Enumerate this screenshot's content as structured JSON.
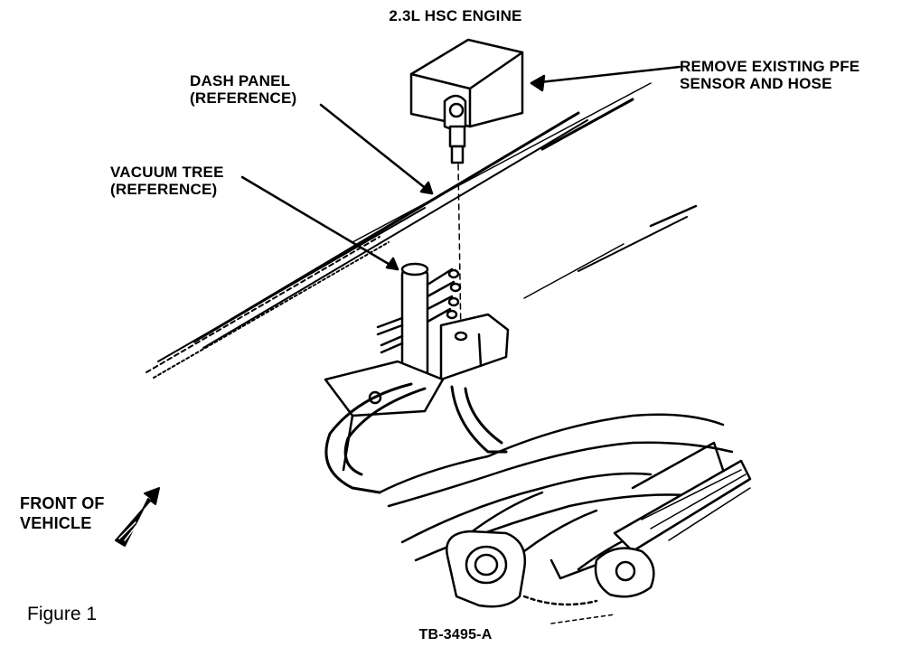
{
  "title": "2.3L HSC ENGINE",
  "callouts": {
    "dash_panel": [
      "DASH PANEL",
      "(REFERENCE)"
    ],
    "vacuum_tree": [
      "VACUUM TREE",
      "(REFERENCE)"
    ],
    "pfe_sensor": [
      "REMOVE EXISTING PFE",
      "SENSOR AND HOSE"
    ],
    "front_of_vehicle": [
      "FRONT OF",
      "VEHICLE"
    ]
  },
  "figure_label": "Figure 1",
  "drawing_code": "TB-3495-A",
  "icons": {
    "front_arrow": "front-arrow-icon"
  },
  "colors": {
    "ink": "#000000",
    "paper": "#ffffff"
  }
}
